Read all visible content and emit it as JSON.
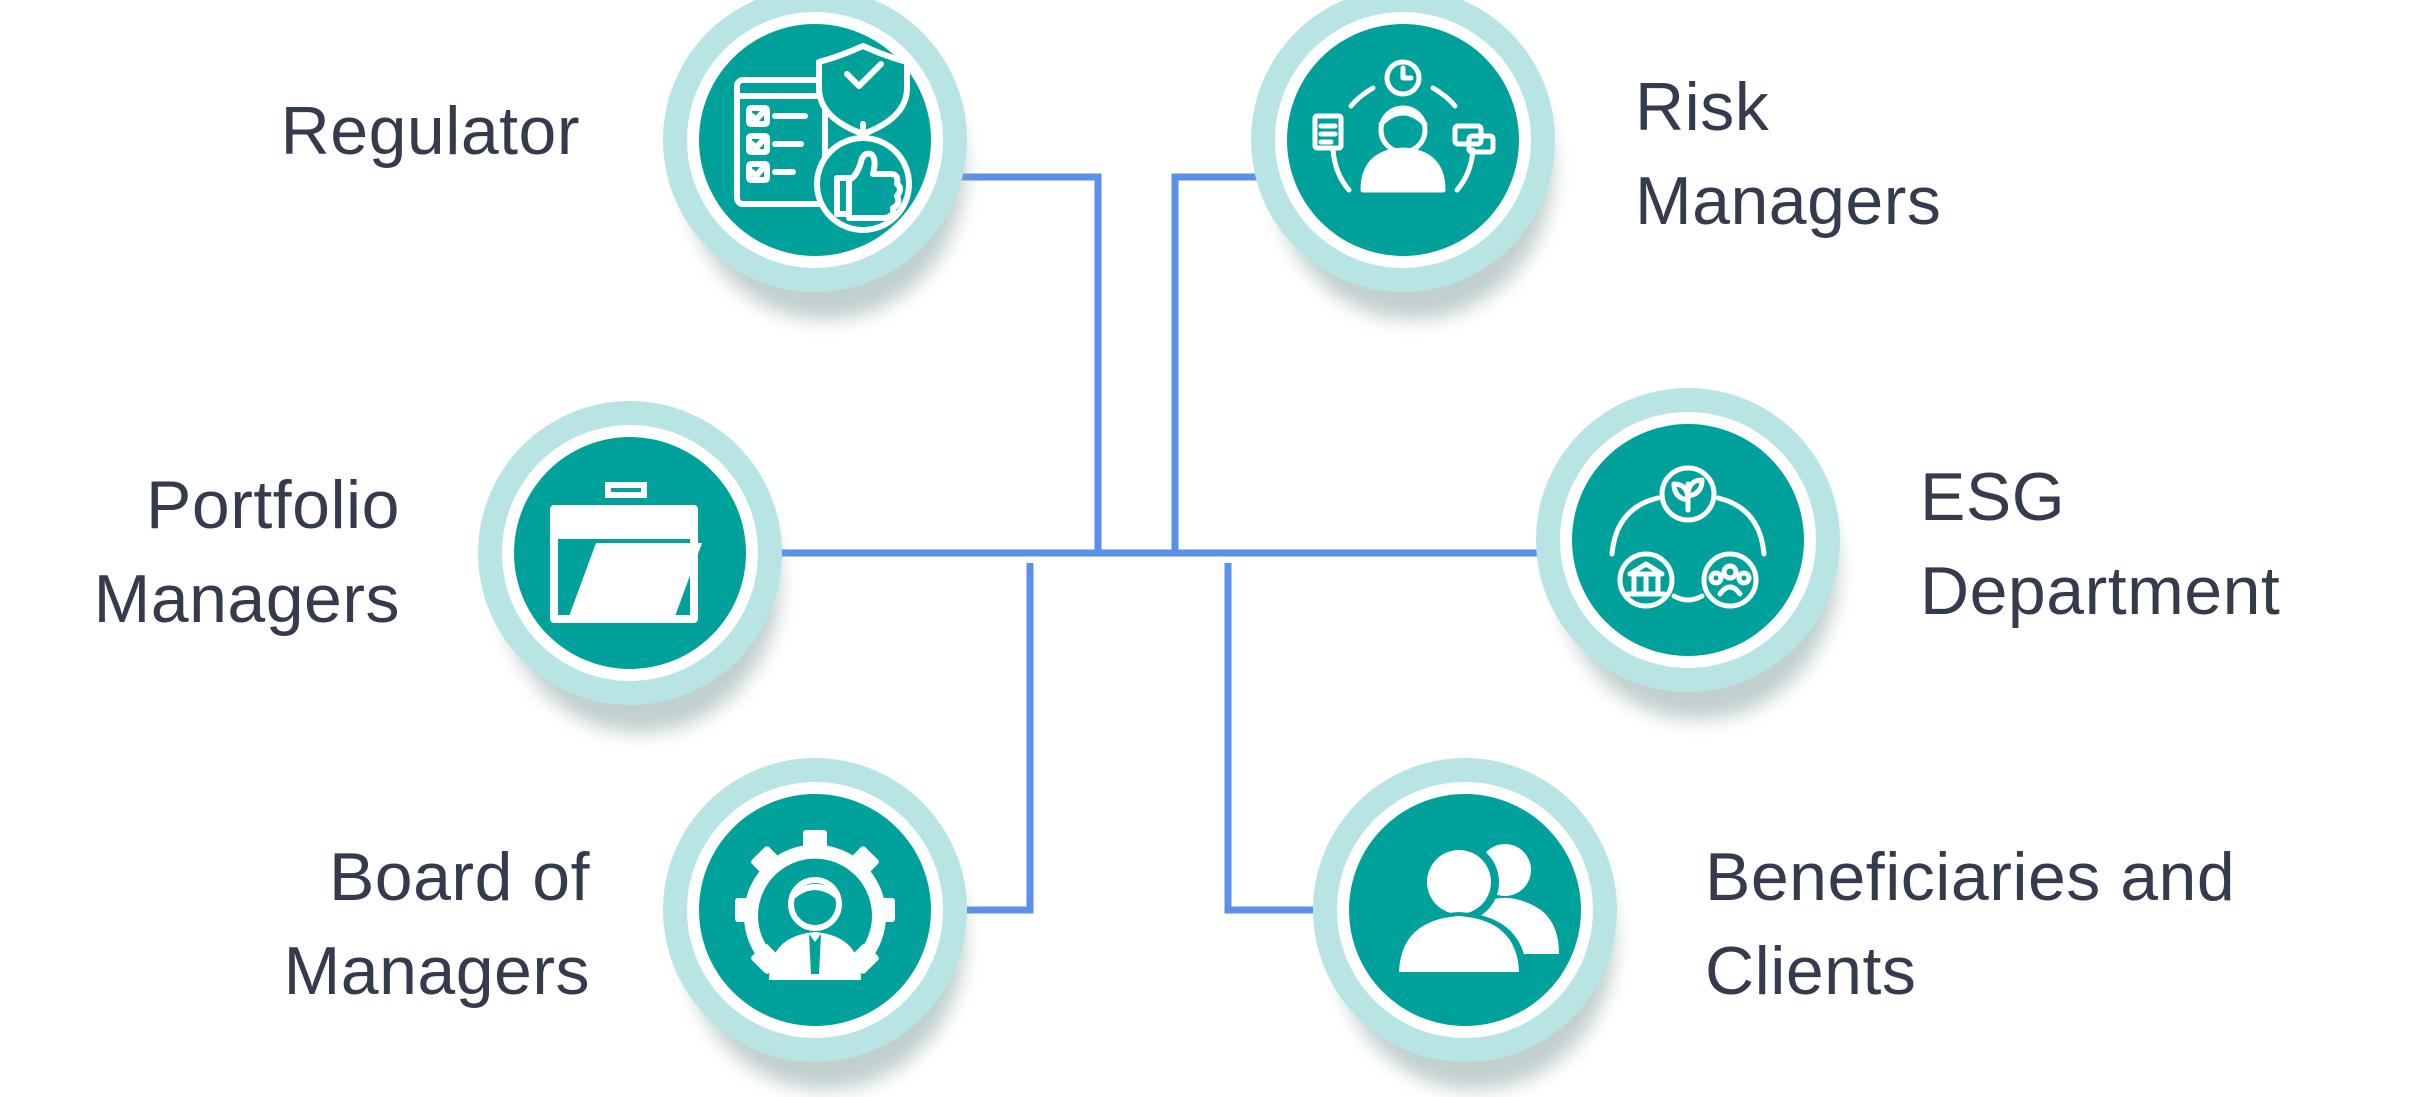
{
  "diagram": {
    "colors": {
      "teal": "#00a19a",
      "halo": "#b8e5e4",
      "shadow": "#8fa9a9",
      "connector": "#5b8fe8",
      "text": "#343b4d"
    },
    "nodes": [
      {
        "id": "regulator",
        "label": "Regulator",
        "icon": "checklist-shield-thumbs-up-icon"
      },
      {
        "id": "portfolio",
        "label": "Portfolio\nManagers",
        "icon": "folder-icon"
      },
      {
        "id": "board",
        "label": "Board of\nManagers",
        "icon": "gear-person-icon"
      },
      {
        "id": "risk",
        "label": "Risk\nManagers",
        "icon": "person-clock-document-chat-icon"
      },
      {
        "id": "esg",
        "label": "ESG\nDepartment",
        "icon": "leaf-bank-community-cycle-icon"
      },
      {
        "id": "beneficiaries",
        "label": "Beneficiaries and\nClients",
        "icon": "two-people-icon"
      }
    ]
  }
}
